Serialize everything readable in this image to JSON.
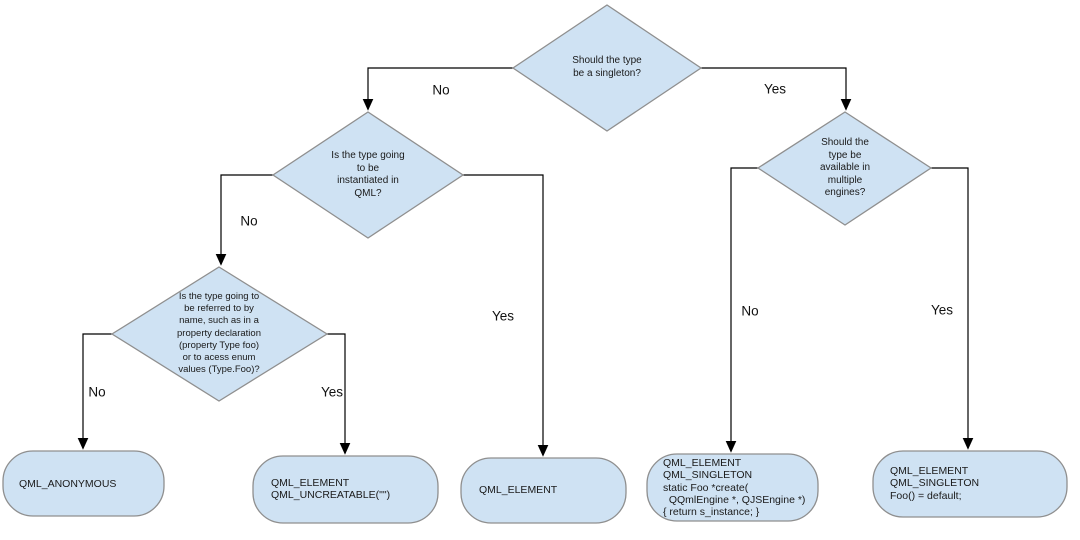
{
  "diagram": {
    "type": "flowchart",
    "colors": {
      "background": "#ffffff",
      "node_fill": "#cfe2f3",
      "node_border": "#8f8f8f",
      "edge_line": "#000000",
      "text": "#1a1a1a"
    },
    "nodes": {
      "decisions": [
        {
          "id": "singleton",
          "text": "Should the type\nbe a singleton?"
        },
        {
          "id": "instantiated-in-qml",
          "text": "Is the type going\nto be\ninstantiated in\nQML?"
        },
        {
          "id": "referred-by-name",
          "text": "Is the type going to\nbe referred to by\nname, such as in a\nproperty declaration\n(property Type foo)\nor to acess enum\nvalues (Type.Foo)?"
        },
        {
          "id": "multiple-engines",
          "text": "Should the\ntype be\navailable in\nmultiple\nengines?"
        }
      ],
      "terminals": [
        {
          "id": "anonymous",
          "text": "QML_ANONYMOUS"
        },
        {
          "id": "uncreatable",
          "text": "QML_ELEMENT\nQML_UNCREATABLE(\"\")"
        },
        {
          "id": "element",
          "text": "QML_ELEMENT"
        },
        {
          "id": "singleton-create",
          "text": "QML_ELEMENT\nQML_SINGLETON\nstatic Foo *create(\n  QQmlEngine *, QJSEngine *)\n{ return s_instance; }"
        },
        {
          "id": "singleton-default",
          "text": "QML_ELEMENT\nQML_SINGLETON\nFoo() = default;"
        }
      ]
    },
    "edges": [
      {
        "from": "singleton",
        "to": "instantiated-in-qml",
        "label": "No"
      },
      {
        "from": "singleton",
        "to": "multiple-engines",
        "label": "Yes"
      },
      {
        "from": "instantiated-in-qml",
        "to": "referred-by-name",
        "label": "No"
      },
      {
        "from": "instantiated-in-qml",
        "to": "element",
        "label": "Yes"
      },
      {
        "from": "referred-by-name",
        "to": "anonymous",
        "label": "No"
      },
      {
        "from": "referred-by-name",
        "to": "uncreatable",
        "label": "Yes"
      },
      {
        "from": "multiple-engines",
        "to": "singleton-create",
        "label": "No"
      },
      {
        "from": "multiple-engines",
        "to": "singleton-default",
        "label": "Yes"
      }
    ]
  }
}
